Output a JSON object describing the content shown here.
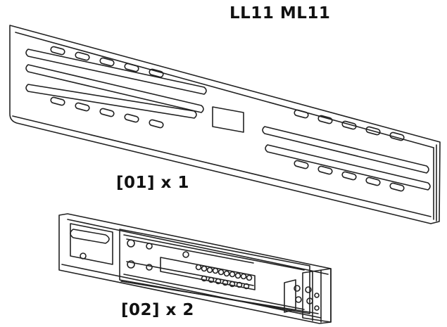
{
  "header": {
    "model": "LL11 ML11"
  },
  "parts": [
    {
      "id": "rail-plate",
      "label": "[01] x 1"
    },
    {
      "id": "slide-bracket",
      "label": "[02] x 2"
    }
  ],
  "colors": {
    "line": "#222222",
    "background": "#ffffff"
  }
}
